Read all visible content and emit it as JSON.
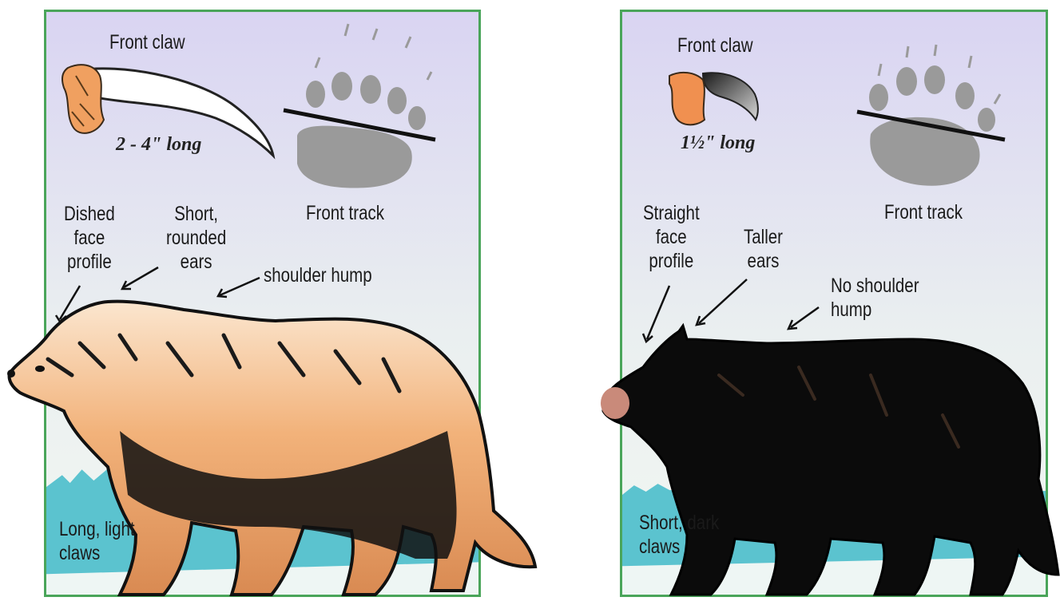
{
  "colors": {
    "frame": "#4aa55a",
    "sky_top": "#d9d4f2",
    "sky_bottom": "#eef5ee",
    "water": "#5bc3cf",
    "grizzly_fur": "#f0a86a",
    "black_bear_fur": "#0b0b0b",
    "track_gray": "#9a9a9a"
  },
  "grizzly": {
    "claw_title": "Front claw",
    "claw_length": "2 - 4\" long",
    "track_label": "Front track",
    "face_label": "Dished\nface\nprofile",
    "ears_label": "Short,\nrounded\nears",
    "hump_label": "shoulder hump",
    "claws_label": "Long, light\nclaws"
  },
  "black_bear": {
    "claw_title": "Front claw",
    "claw_length": "1½\" long",
    "track_label": "Front track",
    "face_label": "Straight\nface\nprofile",
    "ears_label": "Taller\nears",
    "hump_label": "No shoulder\nhump",
    "claws_label": "Short, dark\nclaws"
  }
}
